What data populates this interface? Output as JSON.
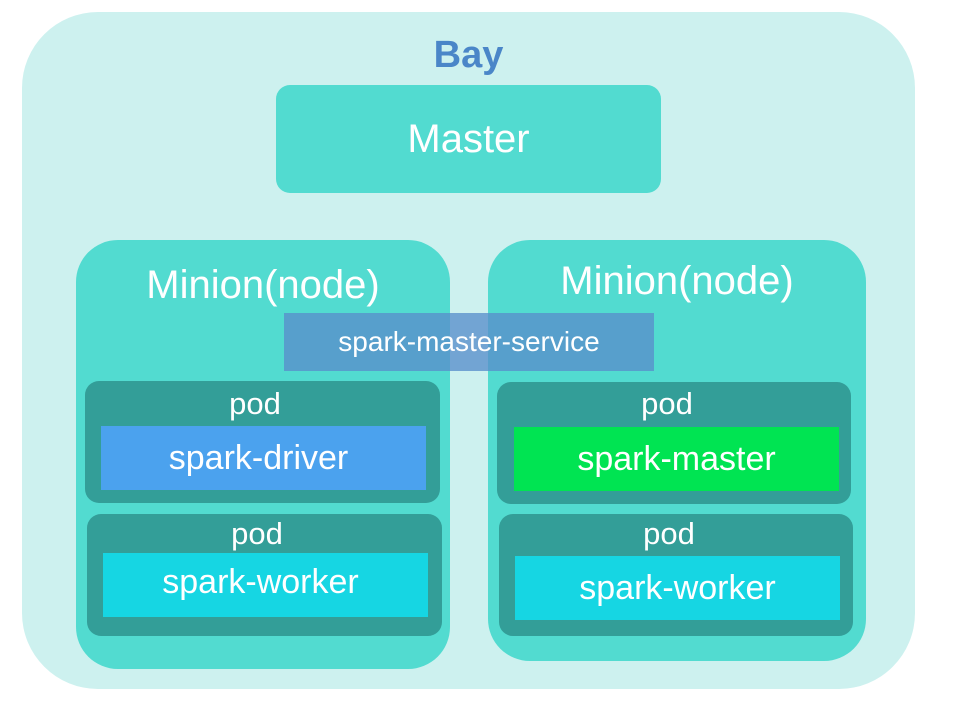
{
  "diagram": {
    "bay": {
      "label": "Bay"
    },
    "master": {
      "label": "Master"
    },
    "service": {
      "label": "spark-master-service"
    },
    "minions": [
      {
        "label": "Minion(node)",
        "pods": [
          {
            "label": "pod",
            "container": "spark-driver"
          },
          {
            "label": "pod",
            "container": "spark-worker"
          }
        ]
      },
      {
        "label": "Minion(node)",
        "pods": [
          {
            "label": "pod",
            "container": "spark-master"
          },
          {
            "label": "pod",
            "container": "spark-worker"
          }
        ]
      }
    ]
  }
}
